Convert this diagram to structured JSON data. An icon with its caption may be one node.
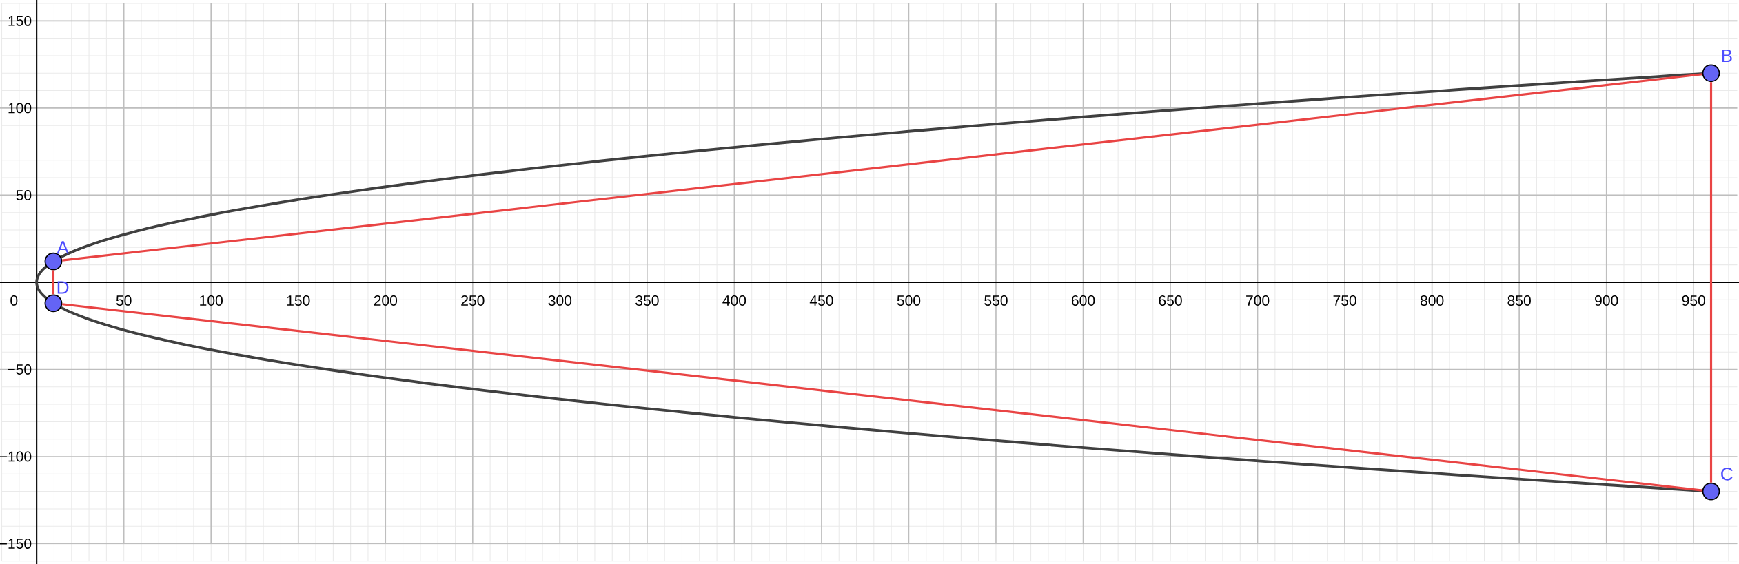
{
  "diagram": {
    "nodes": [
      {
        "text": [
          "A"
        ]
      },
      {
        "text": [
          "B"
        ]
      },
      {
        "text": [
          "C"
        ]
      },
      {
        "text": [
          "D"
        ]
      }
    ],
    "edges": [
      {
        "from": 0,
        "to": 1,
        "arrow": "none"
      },
      {
        "from": 1,
        "to": 2,
        "arrow": "none"
      },
      {
        "from": 2,
        "to": 3,
        "arrow": "none"
      },
      {
        "from": 3,
        "to": 0,
        "arrow": "none"
      }
    ],
    "labels": [
      "150",
      "100",
      "50",
      "0",
      "50",
      "100",
      "150",
      "200",
      "250",
      "300",
      "350",
      "400",
      "450",
      "500",
      "550",
      "600",
      "650",
      "700",
      "750",
      "800",
      "850",
      "900",
      "950",
      "−50",
      "−100",
      "−150"
    ]
  }
}
